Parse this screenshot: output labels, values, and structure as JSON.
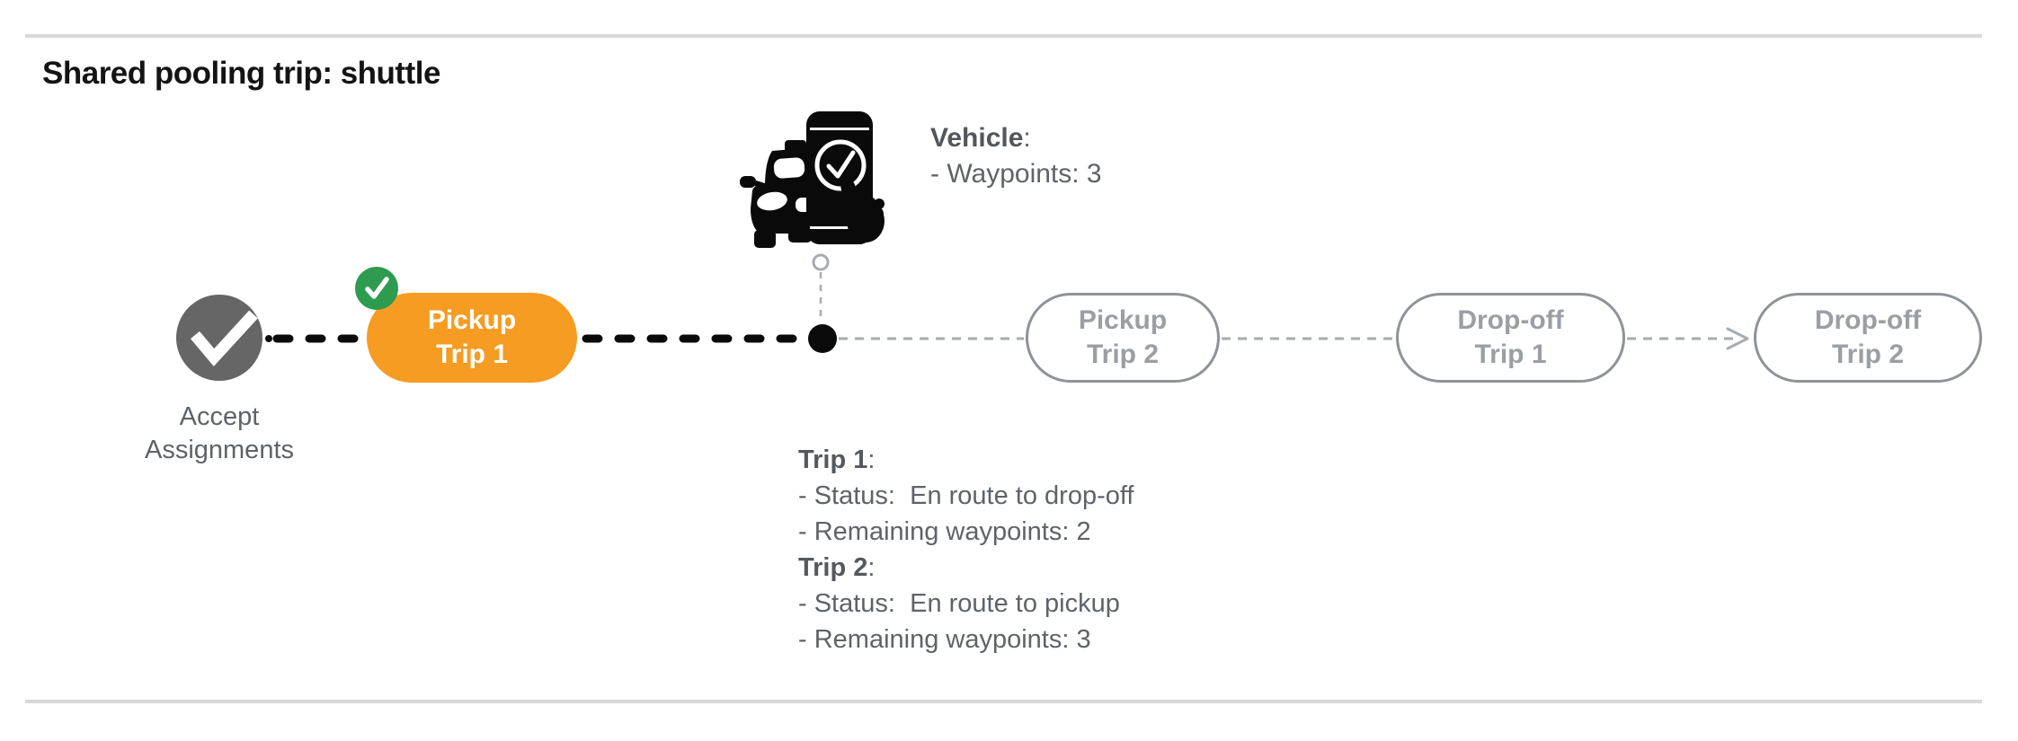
{
  "header": {
    "title": "Shared pooling trip: shuttle"
  },
  "punct": {
    "colon": ":"
  },
  "timeline": {
    "nodes": [
      {
        "id": "accept-assignments",
        "kind": "completed-step",
        "label_lines": [
          "Accept",
          "Assignments"
        ]
      },
      {
        "id": "pickup-trip-1",
        "kind": "current-step",
        "label_lines": [
          "Pickup",
          "Trip 1"
        ]
      },
      {
        "id": "pickup-trip-2",
        "kind": "upcoming-step",
        "label_lines": [
          "Pickup",
          "Trip 2"
        ]
      },
      {
        "id": "drop-off-trip-1",
        "kind": "upcoming-step",
        "label_lines": [
          "Drop-off",
          "Trip 1"
        ]
      },
      {
        "id": "drop-off-trip-2",
        "kind": "upcoming-step",
        "label_lines": [
          "Drop-off",
          "Trip 2"
        ]
      }
    ]
  },
  "vehicle_info": {
    "label": "Vehicle",
    "waypoints_line": "- Waypoints: 3"
  },
  "trip_status": {
    "trip1_label": "Trip 1",
    "trip1_lines": [
      "- Status:  En route to drop-off",
      "- Remaining waypoints: 2"
    ],
    "trip2_label": "Trip 2",
    "trip2_lines": [
      "- Status:  En route to pickup",
      "- Remaining waypoints: 3"
    ]
  },
  "icons": {
    "completed_step": "check-circle-icon",
    "current_step_badge": "check-badge-icon",
    "vehicle": "car-phone-check-icon",
    "current_position": "position-dot-icon",
    "flow_arrow": "arrow-right-icon"
  },
  "colors": {
    "accent_orange": "#F69C22",
    "success_green": "#2E9B51",
    "completed_gray": "#666666",
    "pending_gray": "#9B9FA3",
    "text_gray": "#5F6368",
    "divider_gray": "#D8D8D8",
    "line_black": "#0A0A0A"
  }
}
